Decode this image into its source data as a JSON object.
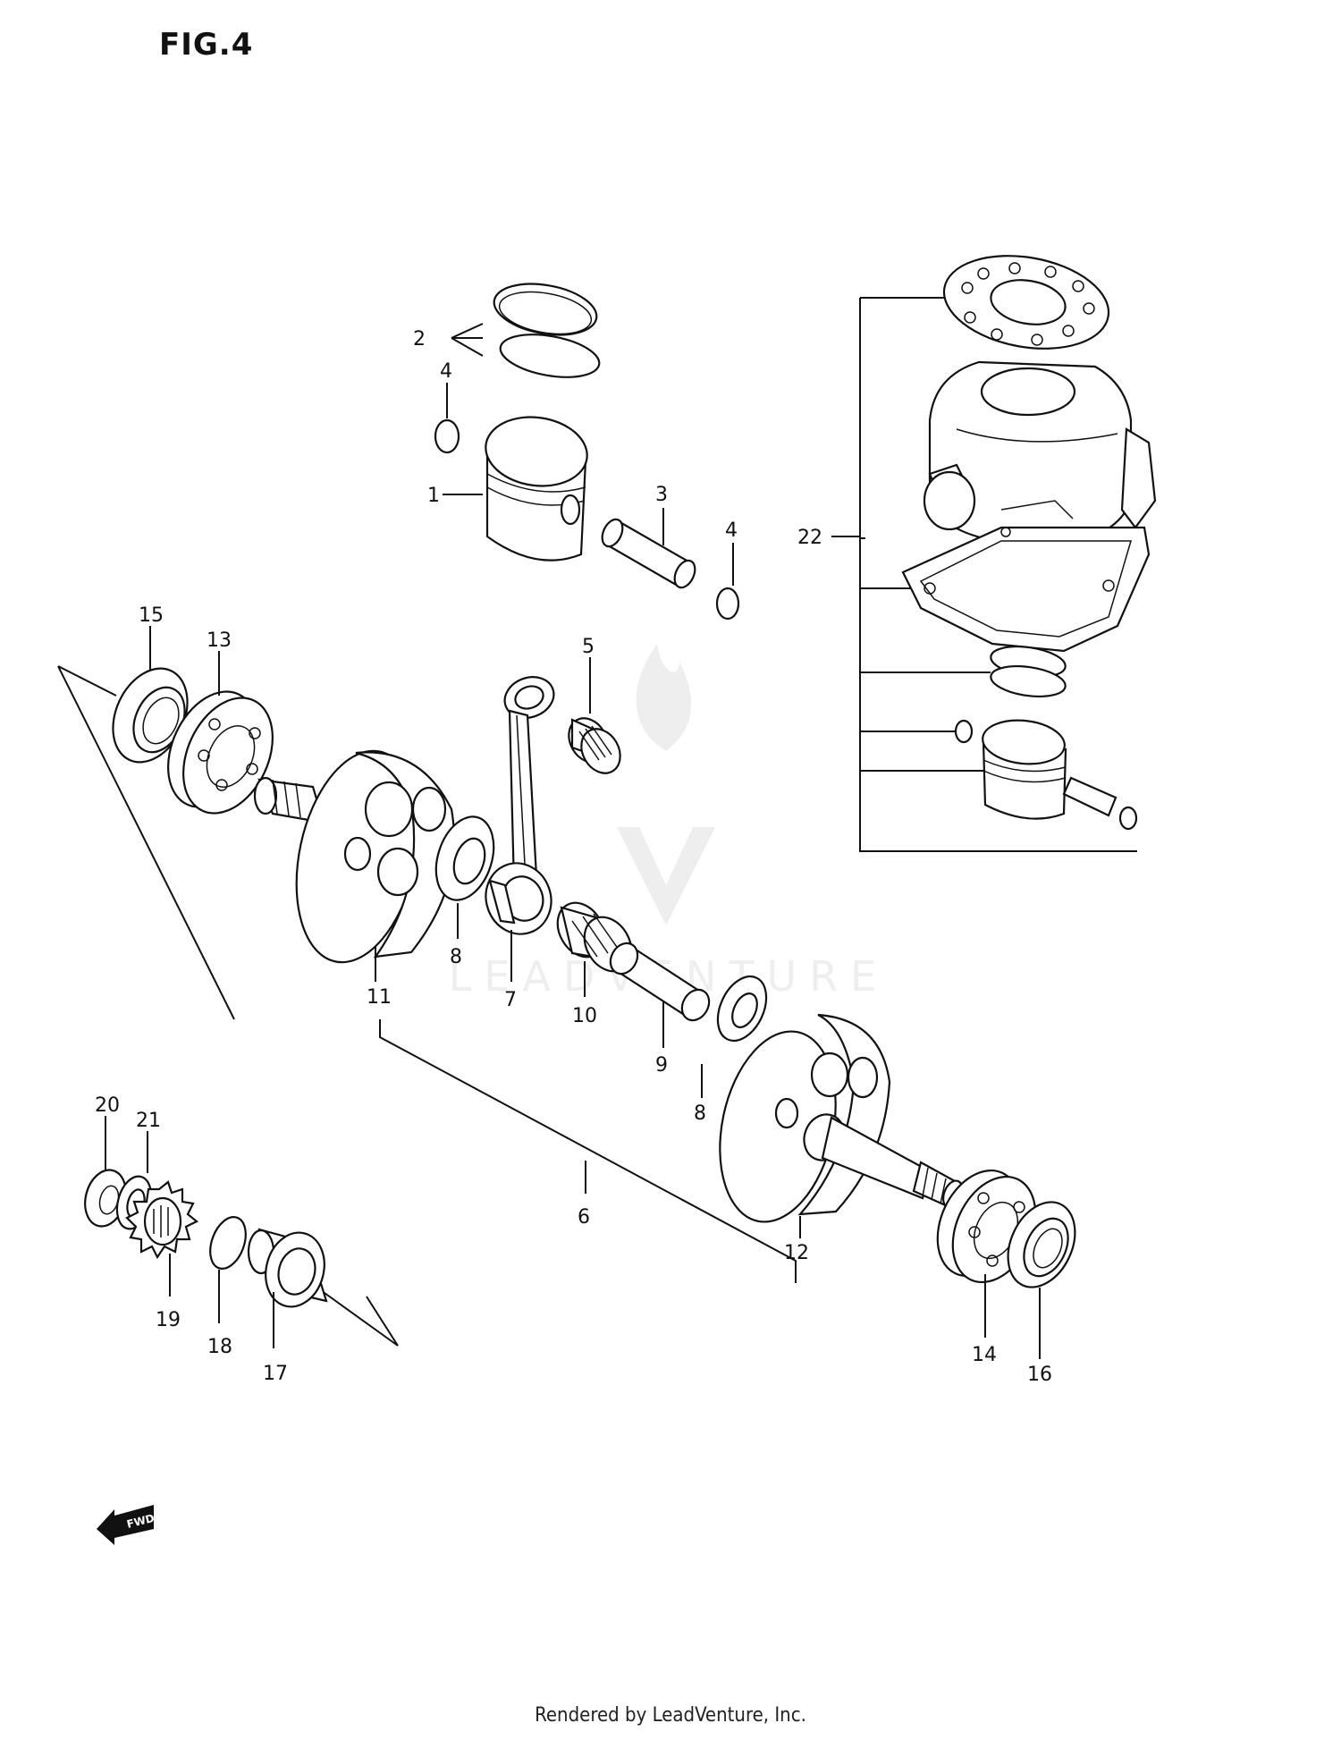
{
  "figure_title": "FIG.4",
  "footer": "Rendered by LeadVenture, Inc.",
  "watermark": "LEADVENTURE",
  "fwd_label": "FWD",
  "callouts": [
    "1",
    "2",
    "3",
    "4",
    "4",
    "5",
    "6",
    "7",
    "8",
    "8",
    "9",
    "10",
    "11",
    "12",
    "13",
    "14",
    "15",
    "16",
    "17",
    "18",
    "19",
    "20",
    "21",
    "22"
  ]
}
